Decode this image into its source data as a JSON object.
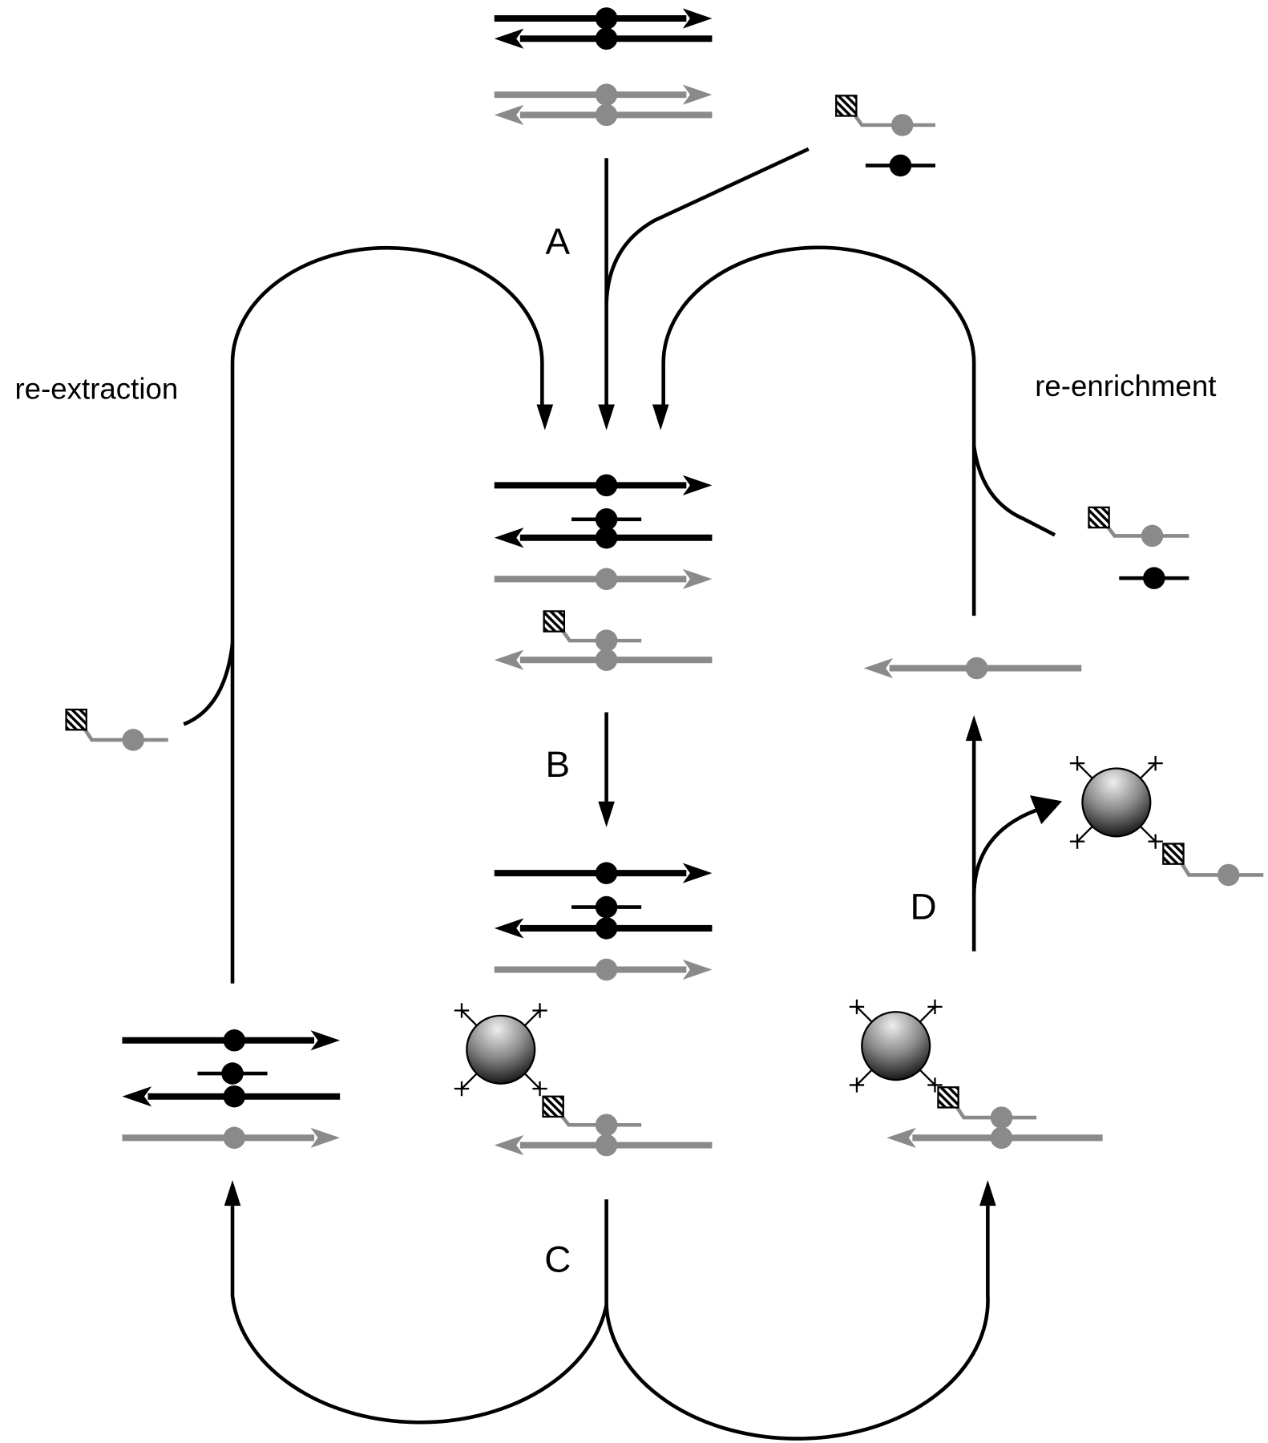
{
  "labels": {
    "step_a": "A",
    "step_b": "B",
    "step_c": "C",
    "step_d": "D",
    "left_loop": "re-extraction",
    "right_loop": "re-enrichment"
  },
  "colors": {
    "target_strand": "#000000",
    "competitor_strand": "#8a8a8a",
    "bead_light": "#e8e8e8",
    "bead_dark": "#111111"
  },
  "icons": [
    "hatched-tag-icon",
    "magnetic-bead-icon",
    "probe-icon",
    "dna-strand-arrow-icon"
  ]
}
